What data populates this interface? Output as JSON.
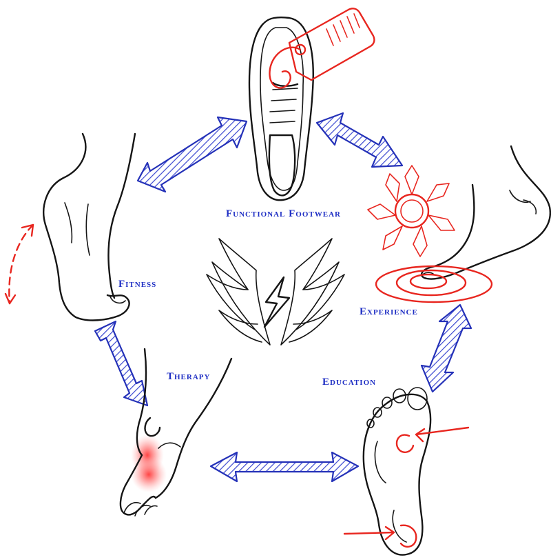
{
  "labels": {
    "functional_footwear": "Functional Footwear",
    "experience": "Experience",
    "education": "Education",
    "therapy": "Therapy",
    "fitness": "Fitness"
  },
  "colors": {
    "label_blue": "#1f2fc4",
    "arrow_blue": "#2431b8",
    "accent_red": "#e8261f",
    "ink_black": "#151515"
  },
  "icons": {
    "center": "winged-lightning-logo",
    "top": "shoe-insole-with-price-tag",
    "right": "foot-with-sun-ripples",
    "bottom_right": "foot-sole-with-pressure-points",
    "bottom_left": "foot-with-red-pain-spot",
    "left": "heel-and-calf-with-up-down-arrow"
  }
}
